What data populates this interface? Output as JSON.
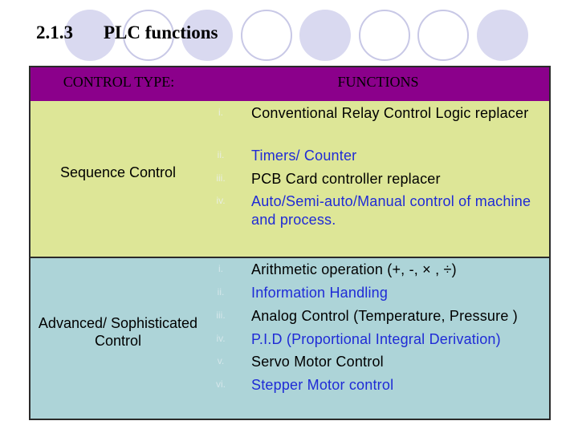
{
  "slide": {
    "section_number": "2.1.3",
    "title": "PLC functions"
  },
  "table": {
    "headers": [
      "CONTROL TYPE:",
      "FUNCTIONS"
    ],
    "rows": [
      {
        "control_type": "Sequence Control",
        "functions": [
          {
            "num": "i.",
            "text": "Conventional Relay Control Logic replacer",
            "color": "#000000"
          },
          {
            "num": "ii.",
            "text": "Timers/ Counter",
            "color": "#1f2bd6"
          },
          {
            "num": "iii.",
            "text": "PCB Card controller replacer",
            "color": "#000000"
          },
          {
            "num": "iv.",
            "text": "Auto/Semi-auto/Manual control of machine and process.",
            "color": "#1f2bd6"
          }
        ]
      },
      {
        "control_type": "Advanced/ Sophisticated Control",
        "functions": [
          {
            "num": "i.",
            "text": "Arithmetic operation (+, -, × , ÷)",
            "color": "#000000"
          },
          {
            "num": "ii.",
            "text": "Information Handling",
            "color": "#1f2bd6"
          },
          {
            "num": "iii.",
            "text": "Analog Control (Temperature, Pressure )",
            "color": "#000000"
          },
          {
            "num": "iv.",
            "text": "P.I.D (Proportional Integral Derivation)",
            "color": "#1f2bd6"
          },
          {
            "num": "v.",
            "text": "Servo Motor Control",
            "color": "#000000"
          },
          {
            "num": "vi.",
            "text": "Stepper Motor control",
            "color": "#1f2bd6"
          }
        ]
      }
    ]
  },
  "colors": {
    "header_bg": "#8b008b",
    "sequence_bg": "#dde697",
    "advanced_bg": "#add4d8",
    "decor_circle_fill": "#d9d9f0",
    "decor_circle_outline": "#c8c8e6"
  }
}
